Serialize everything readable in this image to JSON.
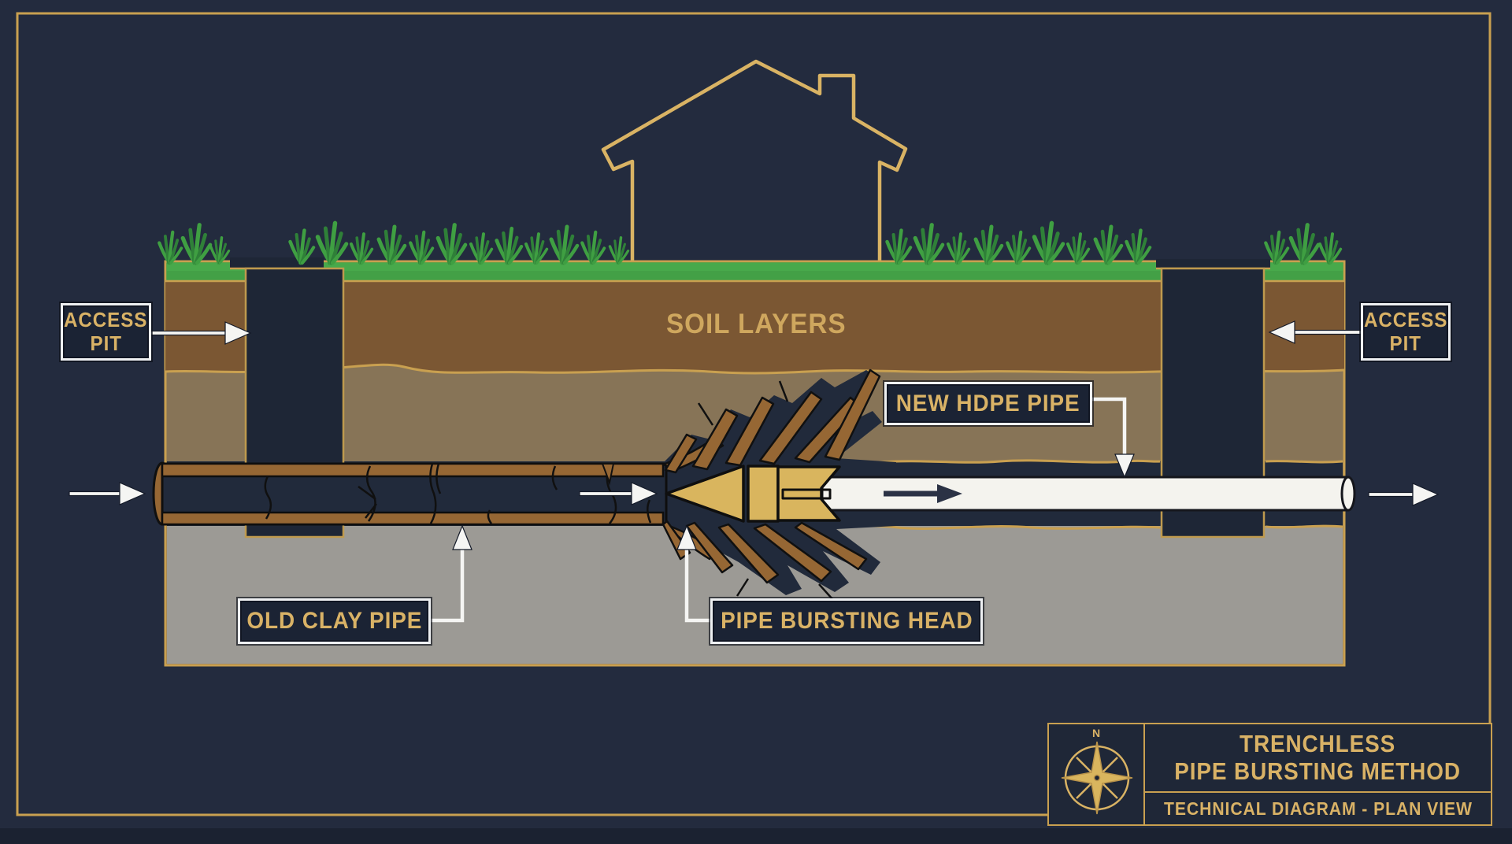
{
  "scene": {
    "soil_label": "SOIL LAYERS",
    "access_pit_left": {
      "line1": "ACCESS",
      "line2": "PIT"
    },
    "access_pit_right": {
      "line1": "ACCESS",
      "line2": "PIT"
    },
    "new_hdpe_pipe_label": "NEW HDPE PIPE",
    "old_clay_pipe_label": "OLD CLAY PIPE",
    "pipe_bursting_head_label": "PIPE BURSTING HEAD"
  },
  "title_block": {
    "compass_north": "N",
    "title_line1": "TRENCHLESS",
    "title_line2": "PIPE BURSTING METHOD",
    "subtitle": "TECHNICAL DIAGRAM - PLAN VIEW"
  },
  "colors": {
    "background": "#232b3e",
    "frame_gold": "#c9a050",
    "label_gold": "#d9b266",
    "grass_green": "#43a046",
    "topsoil_brown": "#7b5733",
    "subsoil_taupe": "#877457",
    "base_gray": "#9c9a95",
    "clay_pipe_brown": "#966734",
    "bursting_head_gold": "#d9b55e",
    "hdpe_white": "#f4f3ee",
    "arrow_white": "#f5f5f3"
  }
}
